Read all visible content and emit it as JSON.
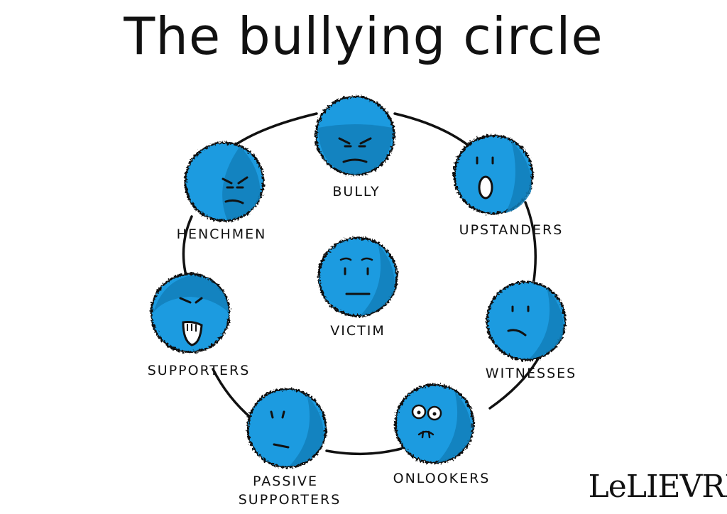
{
  "title": "The bullying circle",
  "colors": {
    "face": "#1f9be0",
    "face_shadow": "#127fba",
    "outline": "#111111",
    "mouth_white": "#ffffff"
  },
  "roles": {
    "bully": "BULLY",
    "upstanders": "UPSTANDERS",
    "witnesses": "WITNESSES",
    "onlookers": "ONLOOKERS",
    "passive_supporters_line1": "PASSIVE",
    "passive_supporters_line2": "SUPPORTERS",
    "supporters": "SUPPORTERS",
    "henchmen": "HENCHMEN",
    "victim": "VICTIM"
  },
  "signature": "LeLIEVRE"
}
